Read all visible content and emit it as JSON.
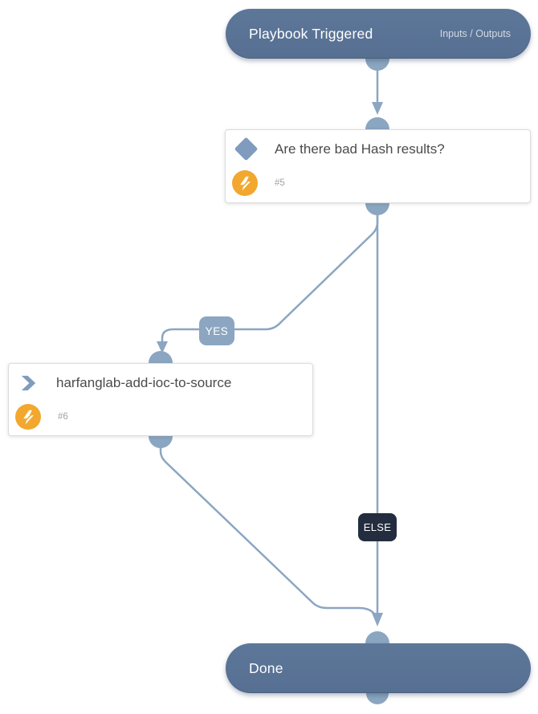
{
  "colors": {
    "terminal_fill": "#5b7496",
    "connector": "#8ba6c1",
    "yes_badge_bg": "#8ca6c2",
    "else_badge_bg": "#232d3f",
    "automation_orange": "#f2a72e",
    "task_icon_blue": "#7f9cbe",
    "card_border": "#dcdcdc",
    "card_title_text": "#4b4b4b",
    "task_id_text": "#a3a3a3"
  },
  "start_terminal": {
    "label": "Playbook Triggered",
    "link_label": "Inputs / Outputs"
  },
  "condition_task": {
    "title": "Are there bad Hash results?",
    "id": "#5",
    "type_icon": "diamond-condition-icon",
    "badge_icon": "lightning-bolt-icon"
  },
  "action_task": {
    "title": "harfanglab-add-ioc-to-source",
    "id": "#6",
    "type_icon": "chevron-right-icon",
    "badge_icon": "lightning-bolt-icon"
  },
  "edges": {
    "yes_label": "YES",
    "else_label": "ELSE"
  },
  "end_terminal": {
    "label": "Done"
  }
}
